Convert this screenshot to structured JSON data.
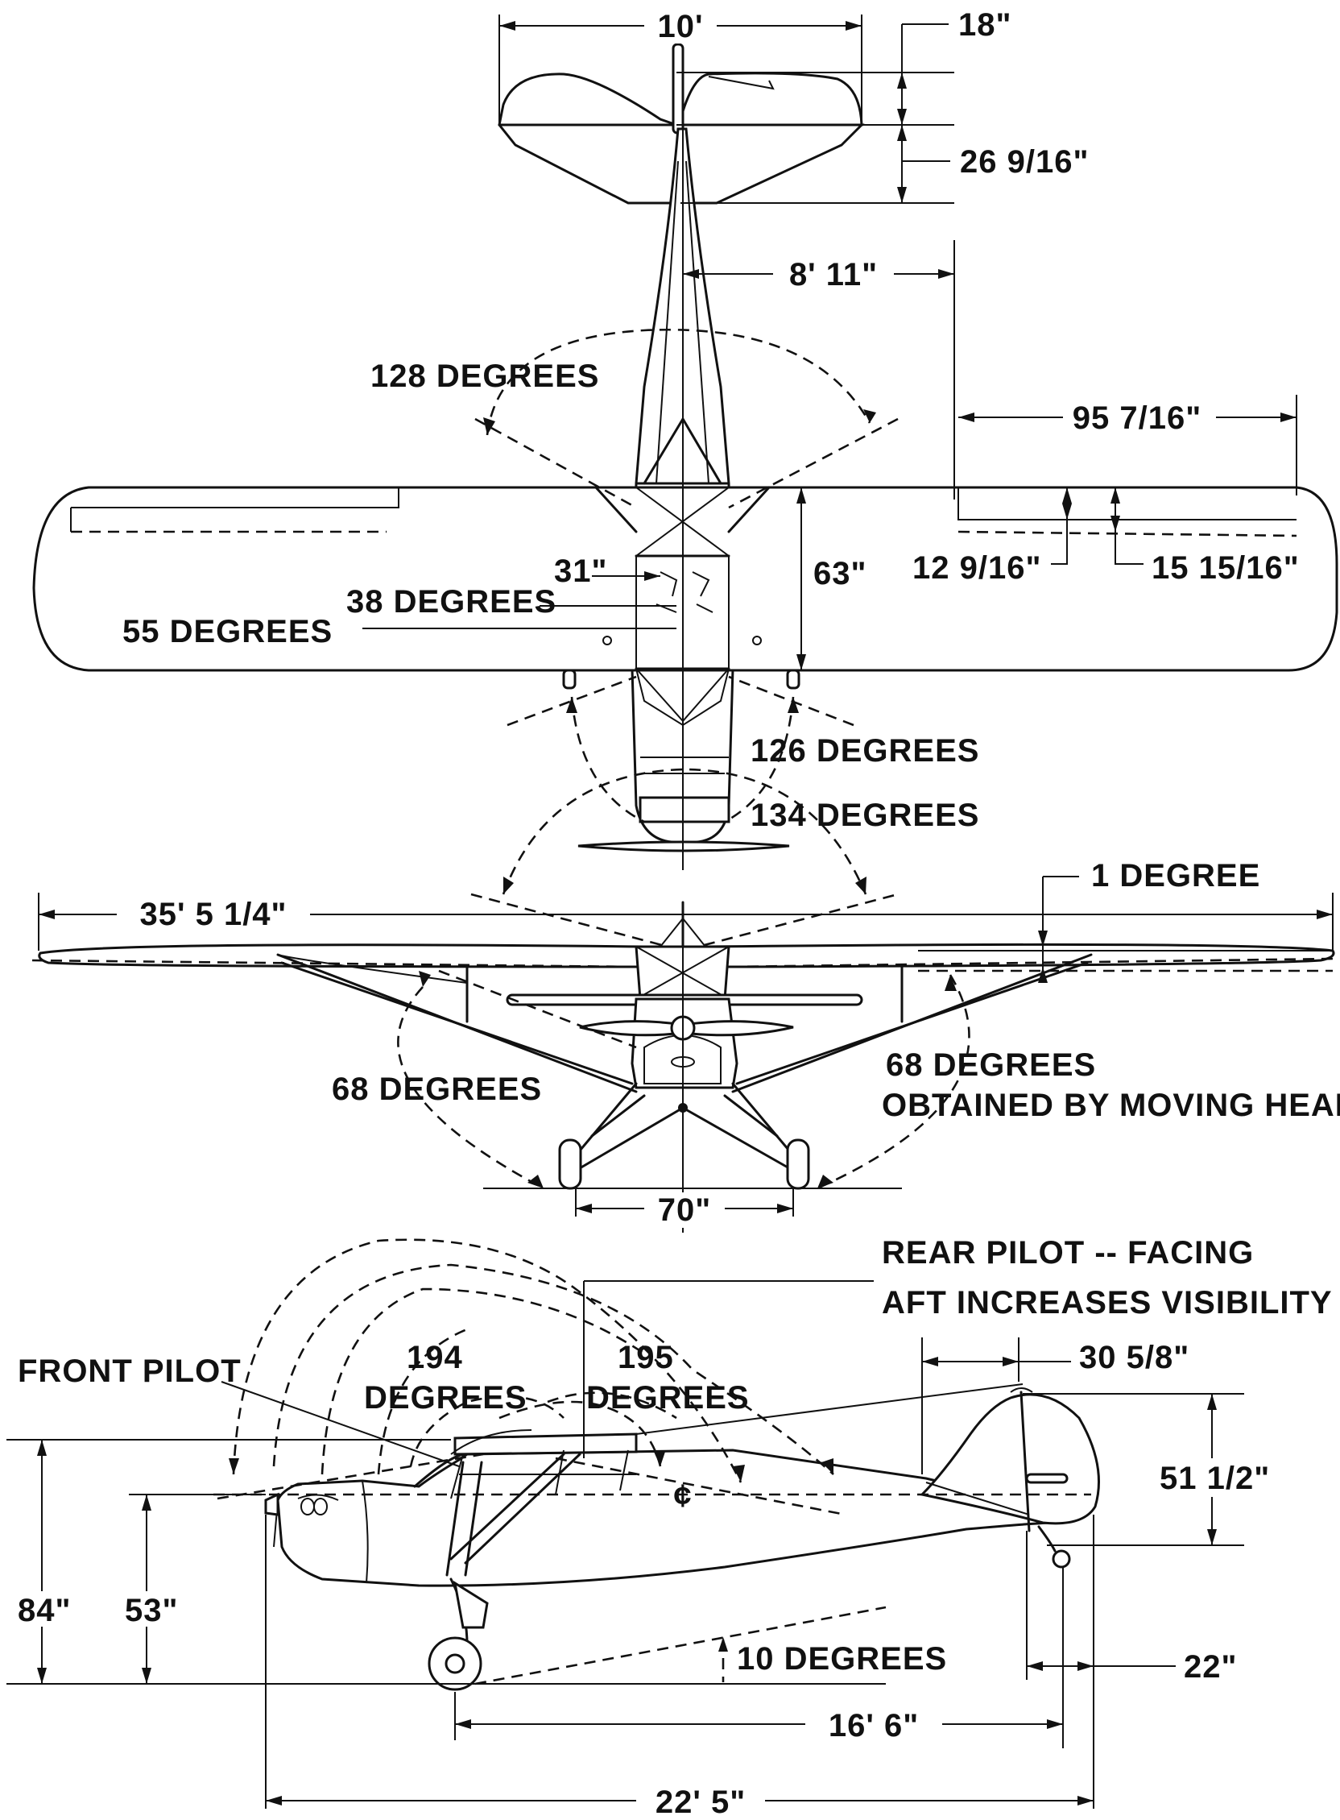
{
  "colors": {
    "ink": "#111111",
    "paper": "#ffffff"
  },
  "labels": {
    "stab_span": "10'",
    "elev_chord": "18\"",
    "stab_chord": "26 9/16\"",
    "tail_to_flap": "8' 11\"",
    "view_top_rear": "128 DEGREES",
    "flap_span": "95 7/16\"",
    "flap_chord": "12 9/16\"",
    "aileron_chord": "15 15/16\"",
    "wing_chord": "63\"",
    "cockpit_width": "31\"",
    "view_38": "38 DEGREES",
    "view_55": "55 DEGREES",
    "view_126": "126 DEGREES",
    "view_134": "134 DEGREES",
    "wing_span": "35' 5 1/4\"",
    "dihedral": "1 DEGREE",
    "view_down_left": "68 DEGREES",
    "view_down_right_1": "68 DEGREES",
    "view_down_right_2": "OBTAINED BY MOVING HEAD",
    "track": "70\"",
    "rear_pilot_1": "REAR PILOT -- FACING",
    "rear_pilot_2": "AFT INCREASES VISIBILITY",
    "fin_chord": "30 5/8\"",
    "front_pilot": "FRONT PILOT",
    "view_194_1": "194",
    "view_194_2": "DEGREES",
    "view_195_1": "195",
    "view_195_2": "DEGREES",
    "fin_height": "51 1/2\"",
    "total_height": "84\"",
    "thrust_height": "53\"",
    "ground_angle": "10 DEGREES",
    "tailwheel_offset": "22\"",
    "wheelbase": "16' 6\"",
    "length": "22' 5\"",
    "centerline_mark": "¢"
  }
}
